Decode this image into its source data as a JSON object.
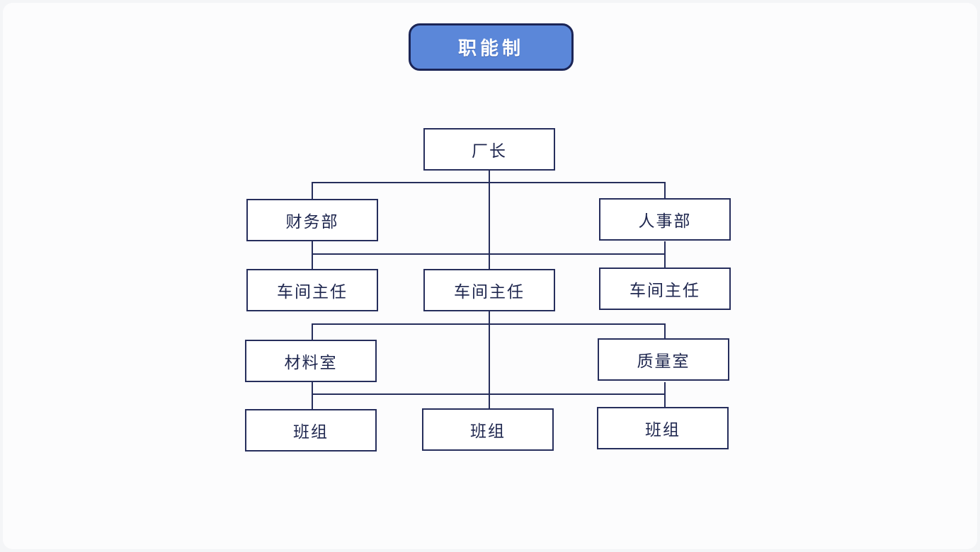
{
  "title": {
    "label": "职能制"
  },
  "colors": {
    "accent_blue": "#5b87d9",
    "badge_border": "#1b2556",
    "line_navy": "#262e5c",
    "node_text": "#1f274f",
    "canvas_bg": "#fcfcfd",
    "page_bg": "#f4f5f7"
  },
  "org": {
    "nodes": [
      {
        "id": "factory-director",
        "label": "厂长",
        "level": 1
      },
      {
        "id": "finance-dept",
        "label": "财务部",
        "level": 2
      },
      {
        "id": "hr-dept",
        "label": "人事部",
        "level": 2
      },
      {
        "id": "workshop-director-left",
        "label": "车间主任",
        "level": 3
      },
      {
        "id": "workshop-director-center",
        "label": "车间主任",
        "level": 3
      },
      {
        "id": "workshop-director-right",
        "label": "车间主任",
        "level": 3
      },
      {
        "id": "materials-room",
        "label": "材料室",
        "level": 4
      },
      {
        "id": "quality-room",
        "label": "质量室",
        "level": 4
      },
      {
        "id": "team-left",
        "label": "班组",
        "level": 5
      },
      {
        "id": "team-center",
        "label": "班组",
        "level": 5
      },
      {
        "id": "team-right",
        "label": "班组",
        "level": 5
      }
    ],
    "edges": [
      {
        "from": "factory-director",
        "to": "finance-dept"
      },
      {
        "from": "factory-director",
        "to": "hr-dept"
      },
      {
        "from": "factory-director",
        "to": "workshop-director-center"
      },
      {
        "from": "finance-dept",
        "to": "workshop-director-left"
      },
      {
        "from": "hr-dept",
        "to": "workshop-director-right"
      },
      {
        "from": "workshop-director-center",
        "to": "materials-room"
      },
      {
        "from": "workshop-director-center",
        "to": "quality-room"
      },
      {
        "from": "workshop-director-center",
        "to": "team-center"
      },
      {
        "from": "materials-room",
        "to": "team-left"
      },
      {
        "from": "quality-room",
        "to": "team-right"
      }
    ]
  }
}
